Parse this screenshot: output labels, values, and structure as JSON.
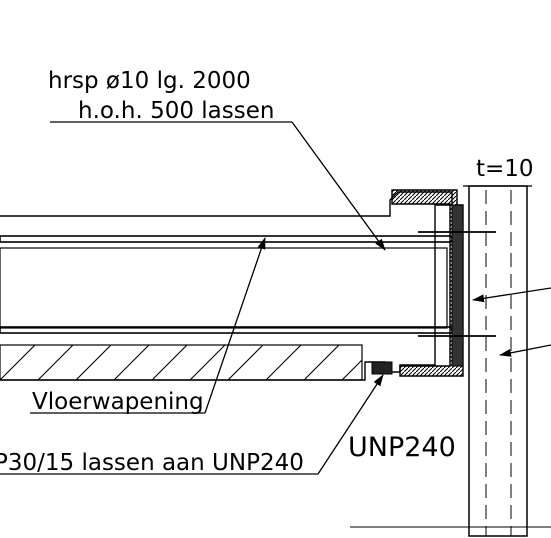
{
  "labels": {
    "rebar_line1": "hrsp  ø10 lg. 2000",
    "rebar_line2": "h.o.h. 500 lassen",
    "plate_thickness": "t=10",
    "floor_reinforcement": "Vloerwapening",
    "weld_note": "P30/15 lassen aan UNP240",
    "channel_profile": "UNP240"
  },
  "colors": {
    "line": "#000000",
    "slab_fill": "#f2f2f2",
    "hatch": "#000000"
  }
}
